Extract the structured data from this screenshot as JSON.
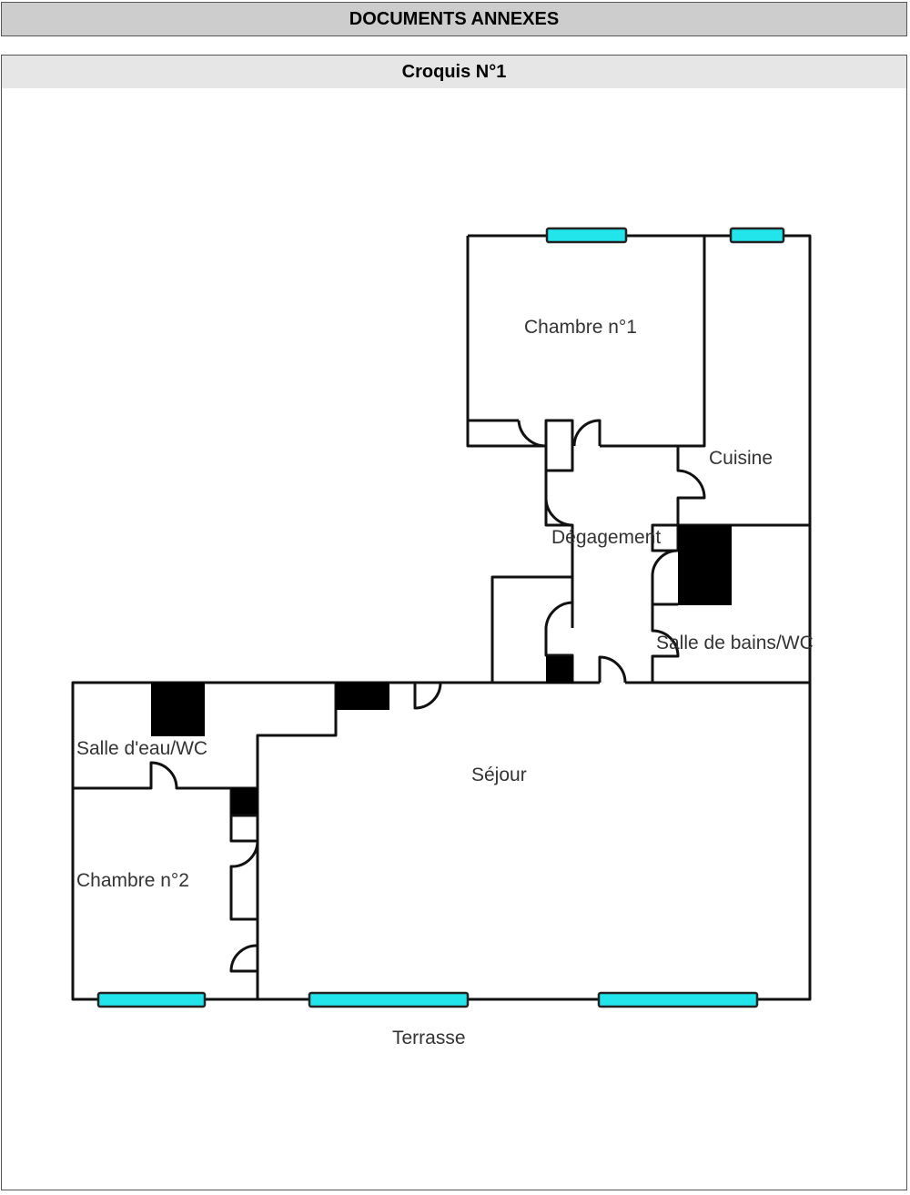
{
  "document": {
    "title": "DOCUMENTS ANNEXES",
    "section_title": "Croquis N°1"
  },
  "floor_plan": {
    "rooms": {
      "chambre1": "Chambre n°1",
      "cuisine": "Cuisine",
      "degagement": "Dégagement",
      "salle_bains": "Salle de bains/WC",
      "salle_eau": "Salle d'eau/WC",
      "sejour": "Séjour",
      "chambre2": "Chambre n°2",
      "terrasse": "Terrasse"
    },
    "colors": {
      "wall": "#111111",
      "window": "#22e5ec",
      "fixture": "#000000"
    }
  }
}
